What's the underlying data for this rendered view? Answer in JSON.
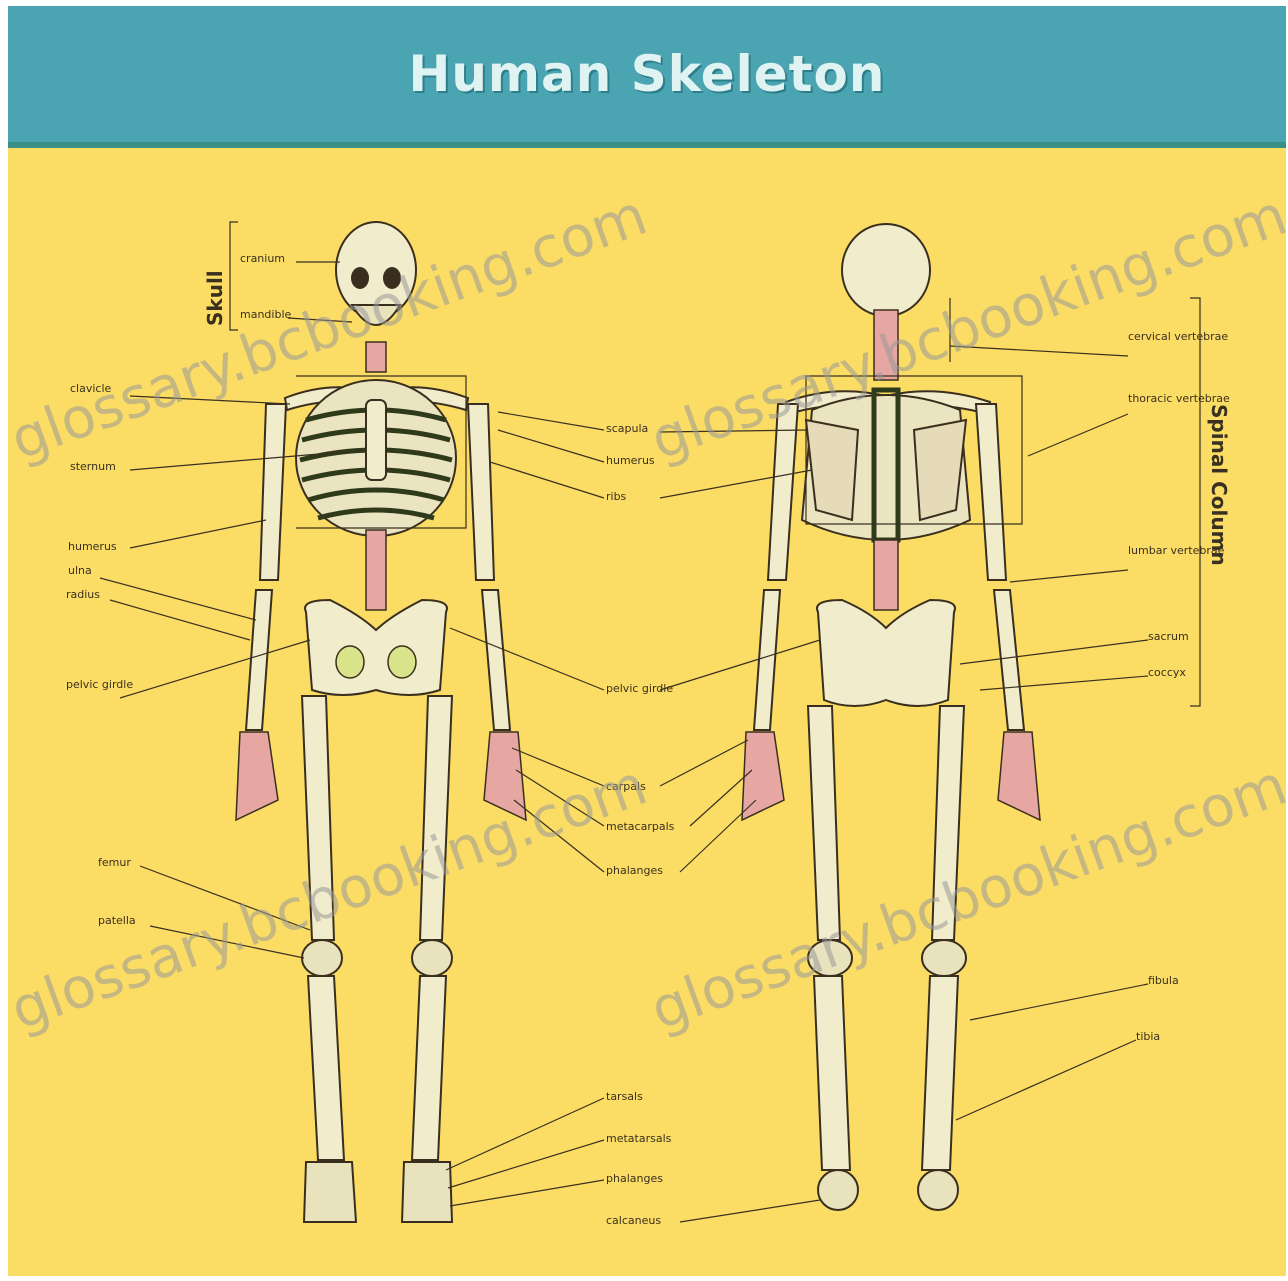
{
  "title": "Human Skeleton",
  "side_labels": {
    "skull": "Skull",
    "spinal": "Spinal Column"
  },
  "watermark": "glossary.bcbooking.com",
  "colors": {
    "header": "#4aa4b2",
    "background": "#fbdc64",
    "bone": "#f1eccc",
    "outline": "#3a2f1e"
  },
  "labels": {
    "cranium": "cranium",
    "mandible": "mandible",
    "clavicle": "clavicle",
    "sternum": "sternum",
    "humerus": "humerus",
    "ulna": "ulna",
    "radius": "radius",
    "pelvic_girdle": "pelvic girdle",
    "femur": "femur",
    "patella": "patella",
    "scapula": "scapula",
    "ribs": "ribs",
    "carpals": "carpals",
    "metacarpals": "metacarpals",
    "phalanges": "phalanges",
    "tarsals": "tarsals",
    "metatarsals": "metatarsals",
    "phalanges_foot": "phalanges",
    "calcaneus": "calcaneus",
    "cervical": "cervical vertebrae",
    "thoracic": "thoracic vertebrae",
    "lumbar": "lumbar vertebrae",
    "sacrum": "sacrum",
    "coccyx": "coccyx",
    "fibula": "fibula",
    "tibia": "tibia"
  }
}
